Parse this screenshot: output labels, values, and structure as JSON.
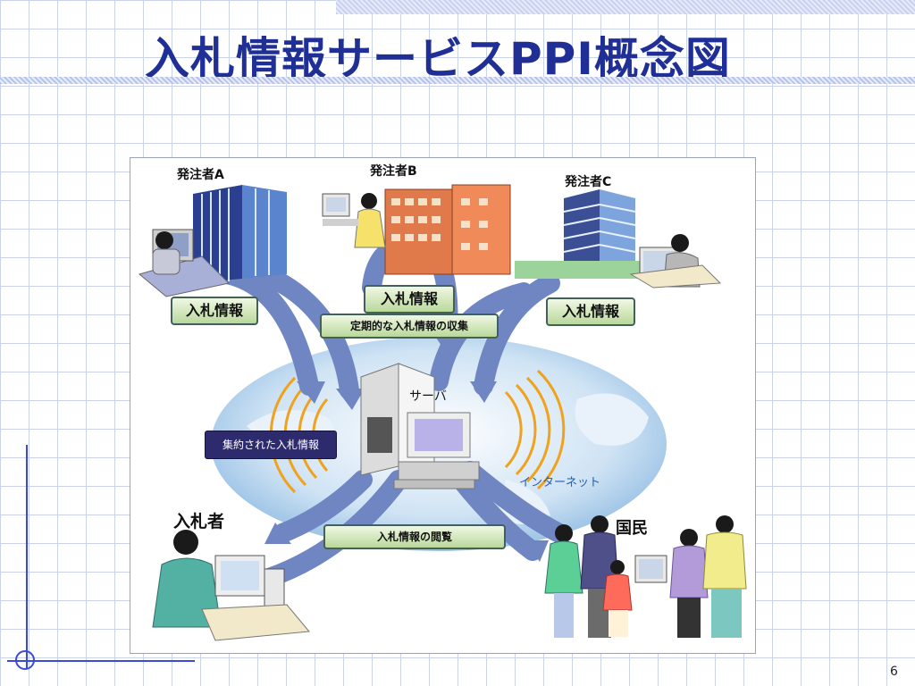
{
  "slide": {
    "title": "入札情報サービスPPI概念図",
    "page_number": "6"
  },
  "diagram": {
    "orderers": [
      {
        "name": "発注者A"
      },
      {
        "name": "発注者B"
      },
      {
        "name": "発注者C"
      }
    ],
    "labels": {
      "bid_info_a": "入札情報",
      "bid_info_b": "入札情報",
      "bid_info_c": "入札情報",
      "periodic_collection": "定期的な入札情報の収集",
      "server": "サーバ",
      "aggregated": "集約された入札情報",
      "internet": "インターネット",
      "bidder": "入札者",
      "citizens": "国民",
      "browse": "入札情報の閲覧"
    },
    "colors": {
      "arrow": "#6f86c3",
      "globe": "#cfe3f4",
      "title": "#1f2f96",
      "label_green": "#b9d89b",
      "label_navy": "#2e2a6e"
    }
  }
}
